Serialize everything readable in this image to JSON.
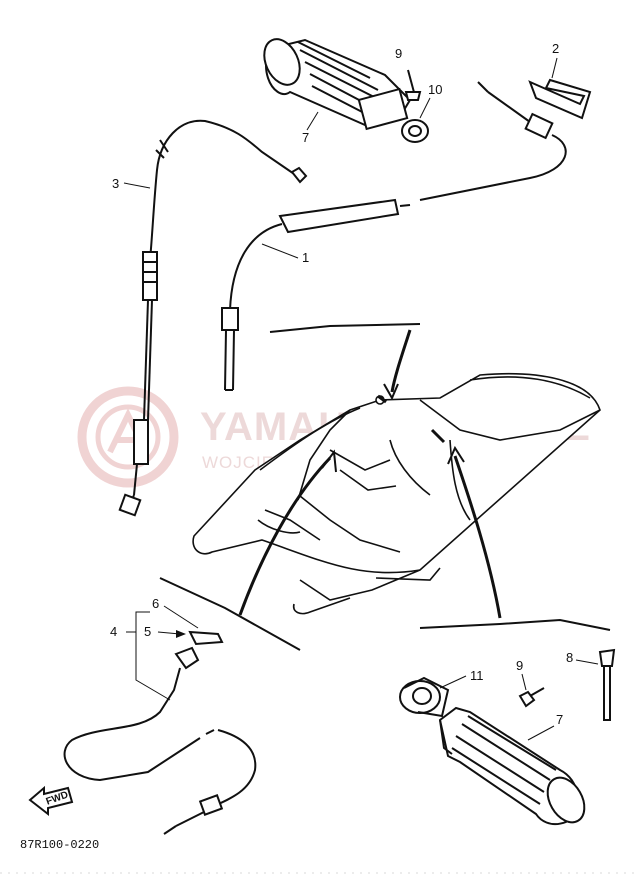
{
  "diagram": {
    "reference_code": "87R100-0220",
    "forward_label": "FWD",
    "watermark": {
      "main": "YAMAHA-SKLEP.PL",
      "sub": "WOJCIECHOWSKI DEALER YAMAHA"
    },
    "callouts": {
      "c1": "1",
      "c2": "2",
      "c3": "3",
      "c4": "4",
      "c5": "5",
      "c6": "6",
      "c7_top": "7",
      "c7_bottom": "7",
      "c8": "8",
      "c9_top": "9",
      "c9_bottom": "9",
      "c10": "10",
      "c11": "11"
    }
  }
}
